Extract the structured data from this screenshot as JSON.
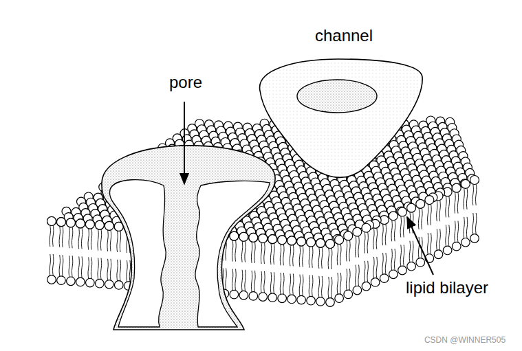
{
  "diagram": {
    "labels": [
      "channel",
      "pore",
      "lipid bilayer",
      "CSDN @WINNER505"
    ]
  }
}
